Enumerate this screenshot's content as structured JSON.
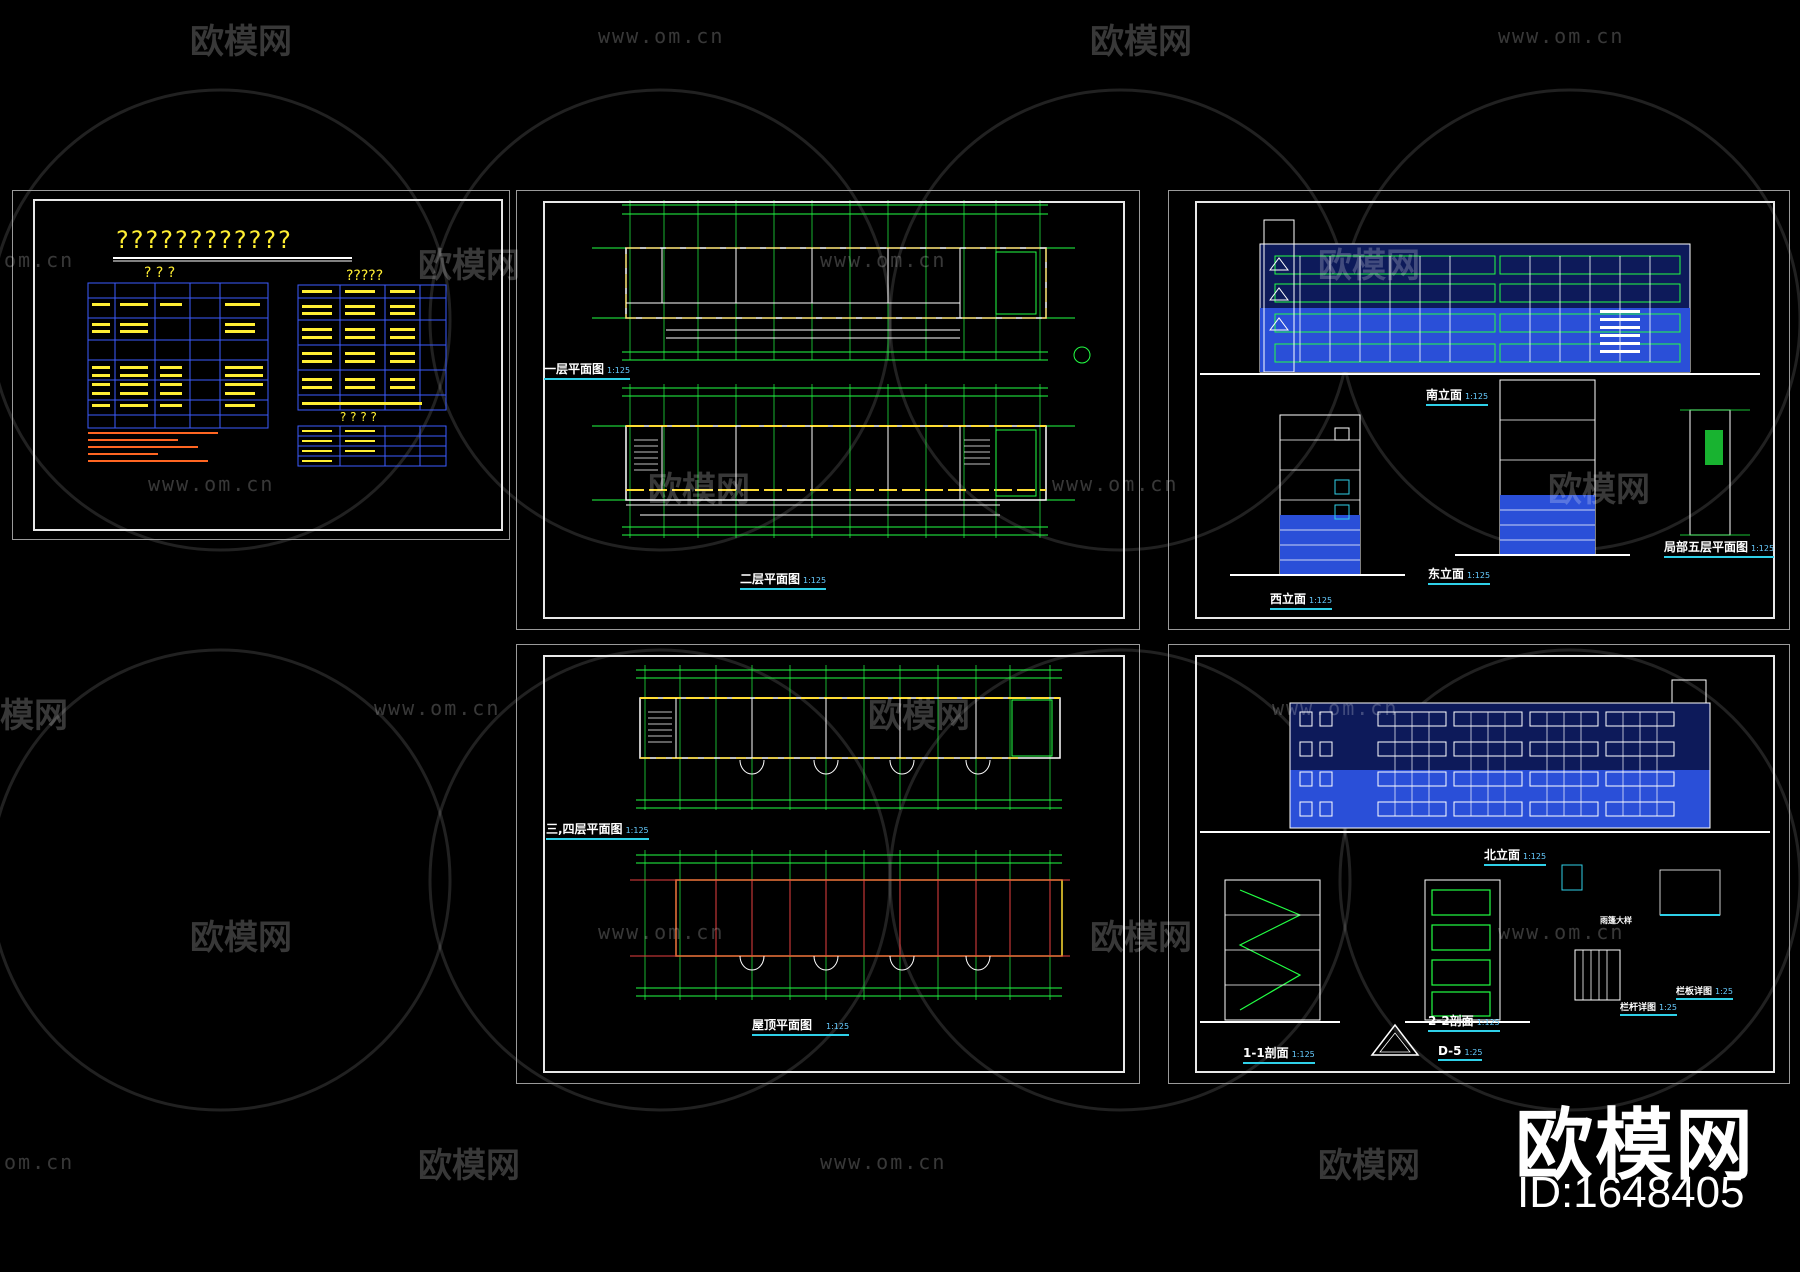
{
  "sheets": {
    "door_window_table": {
      "title": "????????????",
      "subtitle": "? ? ?",
      "right_header": "?????",
      "right_subheader": "? ? ? ?"
    },
    "floor_plans_1_2": {
      "label_1": "一层平面图",
      "scale_1": "1:125",
      "label_2": "二层平面图",
      "scale_2": "1:125"
    },
    "floor_plans_3_roof": {
      "label_1": "三,四层平面图",
      "scale_1": "1:125",
      "label_2": "屋顶平面图",
      "scale_2": "1:125"
    },
    "elevations_south_east_west": {
      "south": "南立面",
      "south_scale": "1:125",
      "west": "西立面",
      "west_scale": "1:125",
      "east": "东立面",
      "east_scale": "1:125",
      "fifth_floor": "局部五层平面图",
      "fifth_scale": "1:125"
    },
    "elevations_north_sections": {
      "north": "北立面",
      "north_scale": "1:125",
      "section_1": "1-1剖面",
      "section_1_scale": "1:125",
      "section_2": "2-2剖面",
      "section_2_scale": "1:125",
      "detail_d5": "D-5",
      "detail_d5_scale": "1:25",
      "detail_railing": "栏杆详图",
      "detail_railing_scale": "1:25",
      "detail_rail_board": "栏板详图",
      "detail_rail_board_scale": "1:25",
      "detail_node": "雨篷大样"
    }
  },
  "watermarks": {
    "brand_text": "欧模网",
    "url_text": "www.om.cn",
    "url_short": "om.cn",
    "partial_text": "模网"
  },
  "brand": {
    "name": "欧模网",
    "id_label": "ID:1648405"
  },
  "colors": {
    "background": "#000000",
    "frame": "#e8e8e8",
    "grid_green": "#22ff44",
    "wall_yellow": "#ffdd33",
    "text_cyan": "#33ddff",
    "facade_blue": "#2a4fd8",
    "axis_red": "#e84040"
  }
}
